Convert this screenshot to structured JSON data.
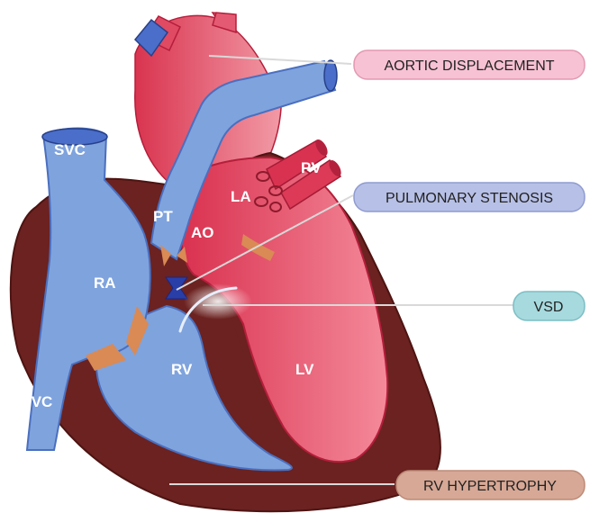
{
  "diagram": {
    "structures": {
      "svc": "SVC",
      "ivc": "IVC",
      "ra": "RA",
      "rv": "RV",
      "lv": "LV",
      "la": "LA",
      "ao": "AO",
      "pt": "PT",
      "pv": "PV"
    },
    "callouts": {
      "aortic_displacement": "AORTIC DISPLACEMENT",
      "pulmonary_stenosis": "PULMONARY STENOSIS",
      "vsd": "VSD",
      "rv_hypertrophy": "RV HYPERTROPHY"
    },
    "colors": {
      "deoxygenated_blue": "#7fa3dd",
      "oxygenated_red": "#e2405c",
      "myocardium": "#6b2220",
      "valve_tan": "#d98a55",
      "aortic_box": "#f7c2d3",
      "pulmonary_box": "#b7c0e6",
      "vsd_box": "#a6dade",
      "rv_box": "#d7a896"
    }
  }
}
